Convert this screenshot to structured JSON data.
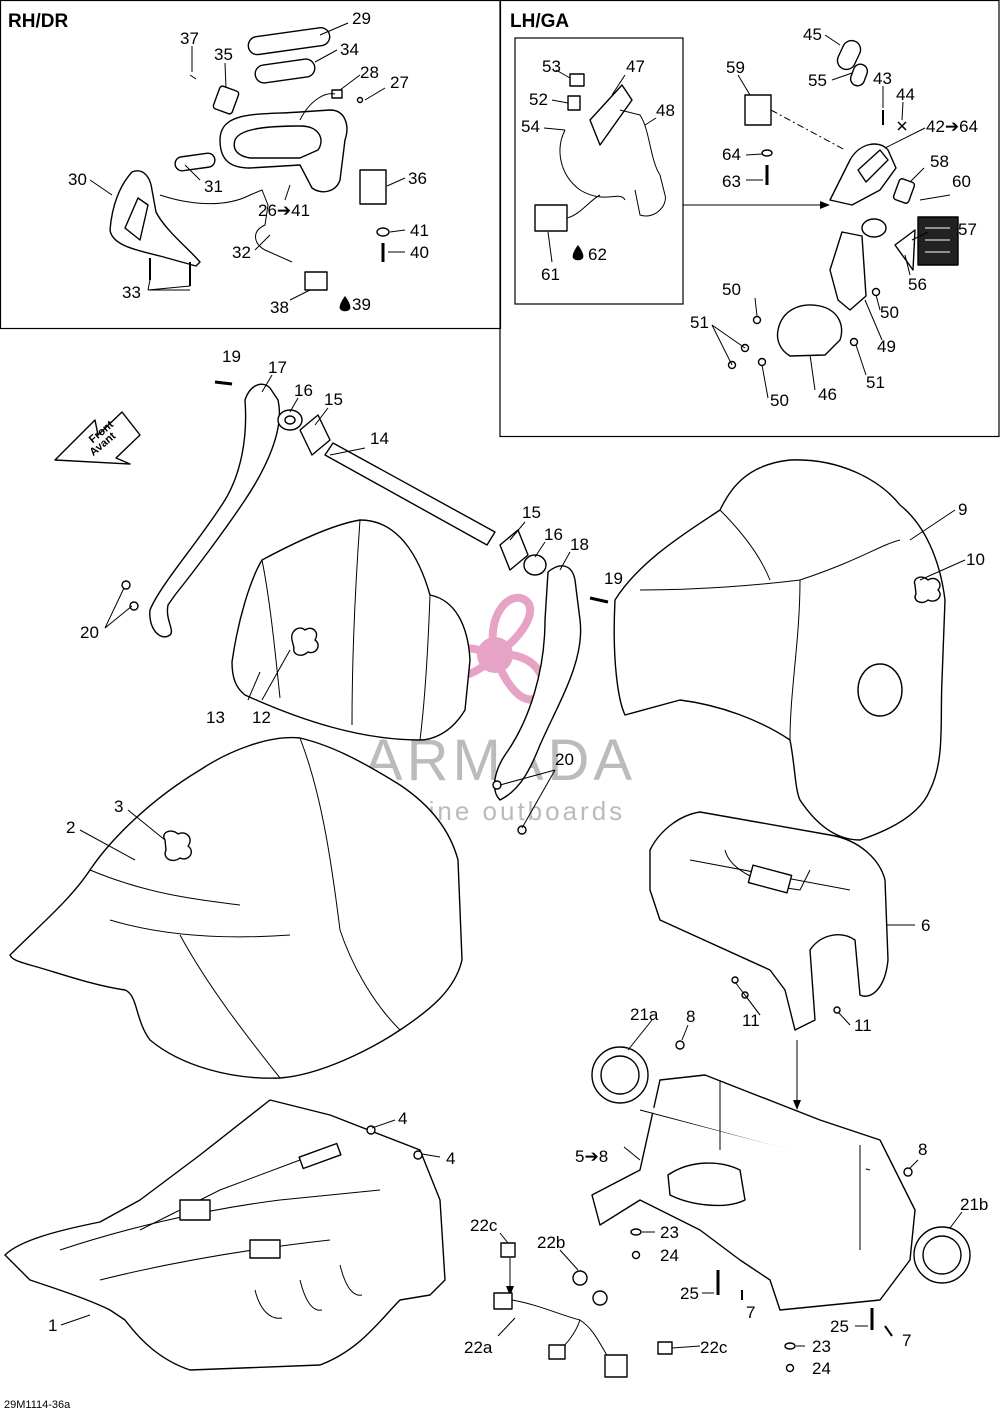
{
  "panels": {
    "right": {
      "title": "RH/DR"
    },
    "left": {
      "title": "LH/GA"
    }
  },
  "arrow_sign": {
    "line1": "Front",
    "line2": "Avant"
  },
  "watermark": {
    "brand": "ARMADA",
    "tagline": "marine outboards",
    "logo_color": "#e59ac0"
  },
  "figure_code": "29M1114-36a",
  "callouts": {
    "c1": "1",
    "c2": "2",
    "c3": "3",
    "c4a": "4",
    "c4b": "4",
    "c5": "5➔8",
    "c6": "6",
    "c7a": "7",
    "c7b": "7",
    "c8a": "8",
    "c8b": "8",
    "c9": "9",
    "c10": "10",
    "c11a": "11",
    "c11b": "11",
    "c12": "12",
    "c13": "13",
    "c14": "14",
    "c15a": "15",
    "c15b": "15",
    "c16a": "16",
    "c16b": "16",
    "c17": "17",
    "c18": "18",
    "c19a": "19",
    "c19b": "19",
    "c20a": "20",
    "c20b": "20",
    "c21a": "21a",
    "c21b": "21b",
    "c22a": "22a",
    "c22b": "22b",
    "c22c1": "22c",
    "c22c2": "22c",
    "c23a": "23",
    "c23b": "23",
    "c24a": "24",
    "c24b": "24",
    "c25a": "25",
    "c25b": "25",
    "c26": "26➔41",
    "c27": "27",
    "c28": "28",
    "c29": "29",
    "c30": "30",
    "c31": "31",
    "c32": "32",
    "c33": "33",
    "c34": "34",
    "c35": "35",
    "c36": "36",
    "c37": "37",
    "c38": "38",
    "c39": "39",
    "c40": "40",
    "c41": "41",
    "c42": "42➔64",
    "c43": "43",
    "c44": "44",
    "c45": "45",
    "c46": "46",
    "c47": "47",
    "c48": "48",
    "c49": "49",
    "c50a": "50",
    "c50b": "50",
    "c50c": "50",
    "c51a": "51",
    "c51b": "51",
    "c52": "52",
    "c53": "53",
    "c54": "54",
    "c55": "55",
    "c56": "56",
    "c57": "57",
    "c58": "58",
    "c59": "59",
    "c60": "60",
    "c61": "61",
    "c62": "62",
    "c63": "63",
    "c64": "64"
  }
}
